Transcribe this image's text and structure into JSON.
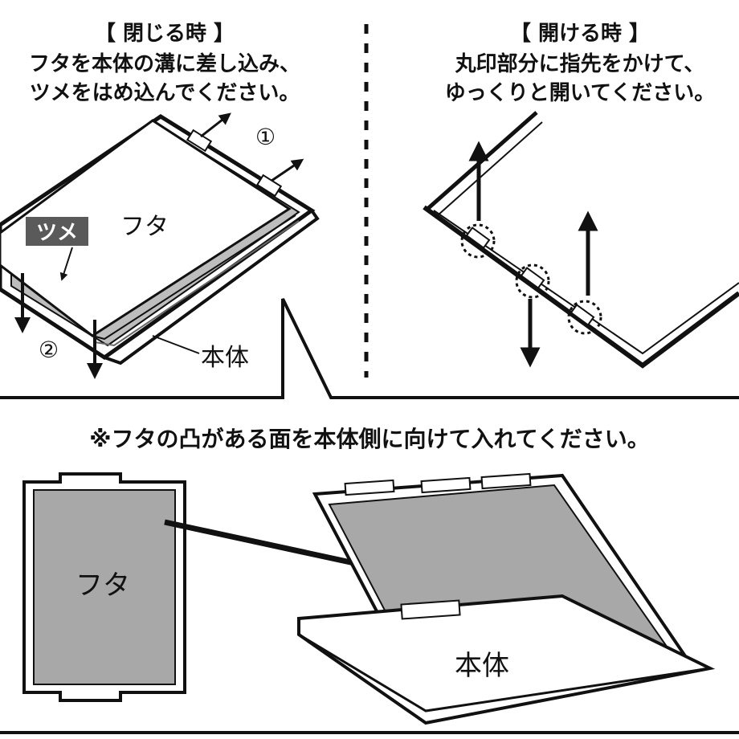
{
  "close_section": {
    "title": "【 閉じる時 】",
    "line1": "フタを本体の溝に差し込み、",
    "line2": "ツメをはめ込んでください。",
    "step1": "①",
    "step2": "②",
    "label_lid": "フタ",
    "label_claw": "ツメ",
    "label_body": "本体"
  },
  "open_section": {
    "title": "【 開ける時 】",
    "line1": "丸印部分に指先をかけて、",
    "line2": "ゆっくりと開いてください。"
  },
  "bottom_section": {
    "note": "※フタの凸がある面を本体側に向けて入れてください。",
    "label_lid": "フタ",
    "label_body": "本体"
  },
  "colors": {
    "ink": "#111111",
    "panel_gray": "#a8a8a8",
    "claw_badge": "#5a5a5a",
    "paper": "#ffffff"
  }
}
